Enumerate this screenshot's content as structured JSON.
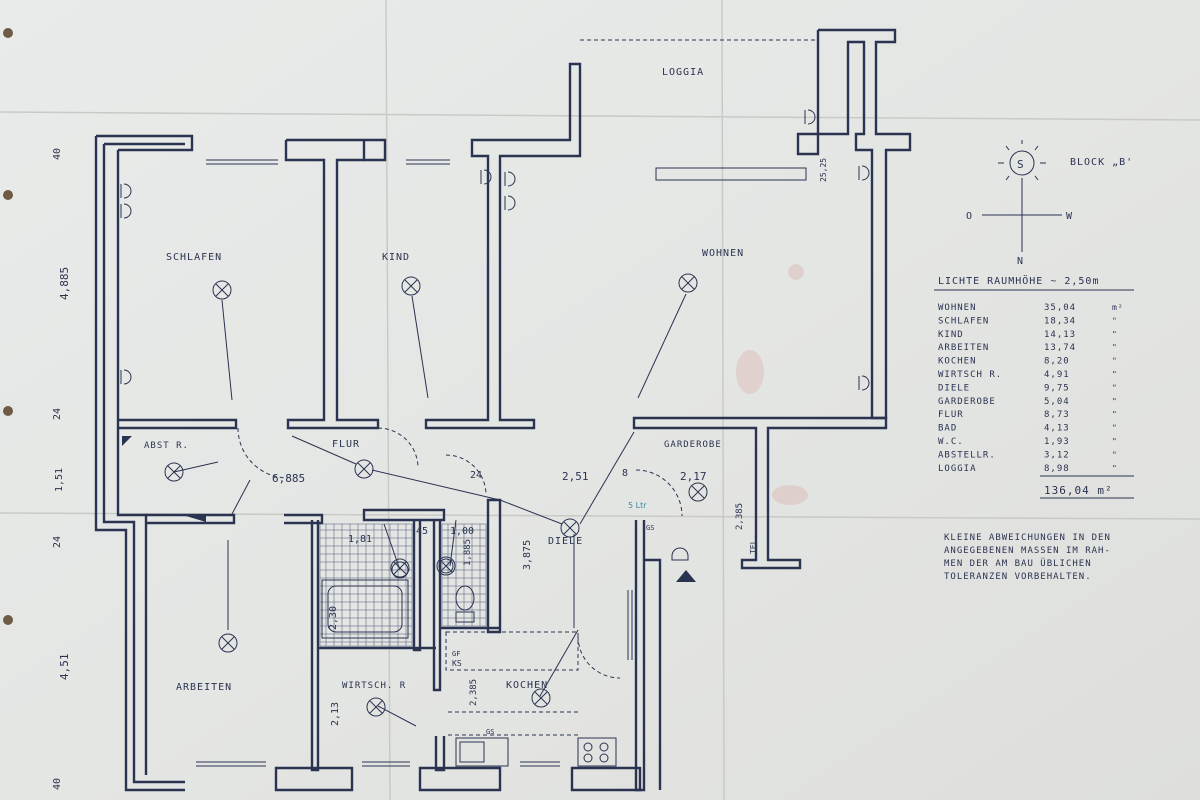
{
  "rooms": {
    "loggia": "LOGGIA",
    "schlafen": "SCHLAFEN",
    "kind": "KIND",
    "wohnen": "WOHNEN",
    "abstr": "ABST R.",
    "flur": "FLUR",
    "garderobe": "GARDEROBE",
    "diele": "DIELE",
    "arbeiten": "ARBEITEN",
    "wirtsch": "WIRTSCH. R",
    "kochen": "KOCHEN"
  },
  "block_label": "BLOCK „B'",
  "compass": {
    "north_symbol": "S",
    "left": "O",
    "right": "W",
    "bottom": "N"
  },
  "room_height": "LICHTE RAUMHÖHE ~ 2,50m",
  "area_table": {
    "rows": [
      {
        "name": "WOHNEN",
        "value": "35,04",
        "unit": "m²"
      },
      {
        "name": "SCHLAFEN",
        "value": "18,34",
        "unit": "\""
      },
      {
        "name": "KIND",
        "value": "14,13",
        "unit": "\""
      },
      {
        "name": "ARBEITEN",
        "value": "13,74",
        "unit": "\""
      },
      {
        "name": "KOCHEN",
        "value": "8,20",
        "unit": "\""
      },
      {
        "name": "WIRTSCH R.",
        "value": "4,91",
        "unit": "\""
      },
      {
        "name": "DIELE",
        "value": "9,75",
        "unit": "\""
      },
      {
        "name": "GARDEROBE",
        "value": "5,04",
        "unit": "\""
      },
      {
        "name": "FLUR",
        "value": "8,73",
        "unit": "\""
      },
      {
        "name": "BAD",
        "value": "4,13",
        "unit": "\""
      },
      {
        "name": "W.C.",
        "value": "1,93",
        "unit": "\""
      },
      {
        "name": "ABSTELLR.",
        "value": "3,12",
        "unit": "\""
      },
      {
        "name": "LOGGIA",
        "value": "8,98",
        "unit": "\""
      }
    ],
    "total": "136,04 m²"
  },
  "note": [
    "KLEINE ABWEICHUNGEN IN DEN",
    "ANGEGEBENEN MASSEN IM RAH-",
    "MEN DER AM BAU ÜBLICHEN",
    "TOLERANZEN VORBEHALTEN."
  ],
  "dimensions": {
    "left_40_top": "40",
    "left_4885": "4,885",
    "left_24_a": "24",
    "left_151": "1,51",
    "left_24_b": "24",
    "left_451": "4,51",
    "left_40_bottom": "40",
    "d_6885": "6,885",
    "d_24": "24",
    "d_251": "2,51",
    "d_8": "8",
    "d_217": "2,17",
    "d_181": "1,81",
    "d_45": "45",
    "d_100": "1,00",
    "d_3875": "3,875",
    "d_1885": "1,885",
    "d_2385": "2,385",
    "d_230": "2,30",
    "d_213": "2,13",
    "d_2385b": "2,385",
    "d_2525": "25,25"
  },
  "small_labels": {
    "tel": "TEL.",
    "gf": "GF",
    "ks": "KS",
    "gs": "GS",
    "gs2": "GS",
    "handnote": "5 Ltr"
  }
}
